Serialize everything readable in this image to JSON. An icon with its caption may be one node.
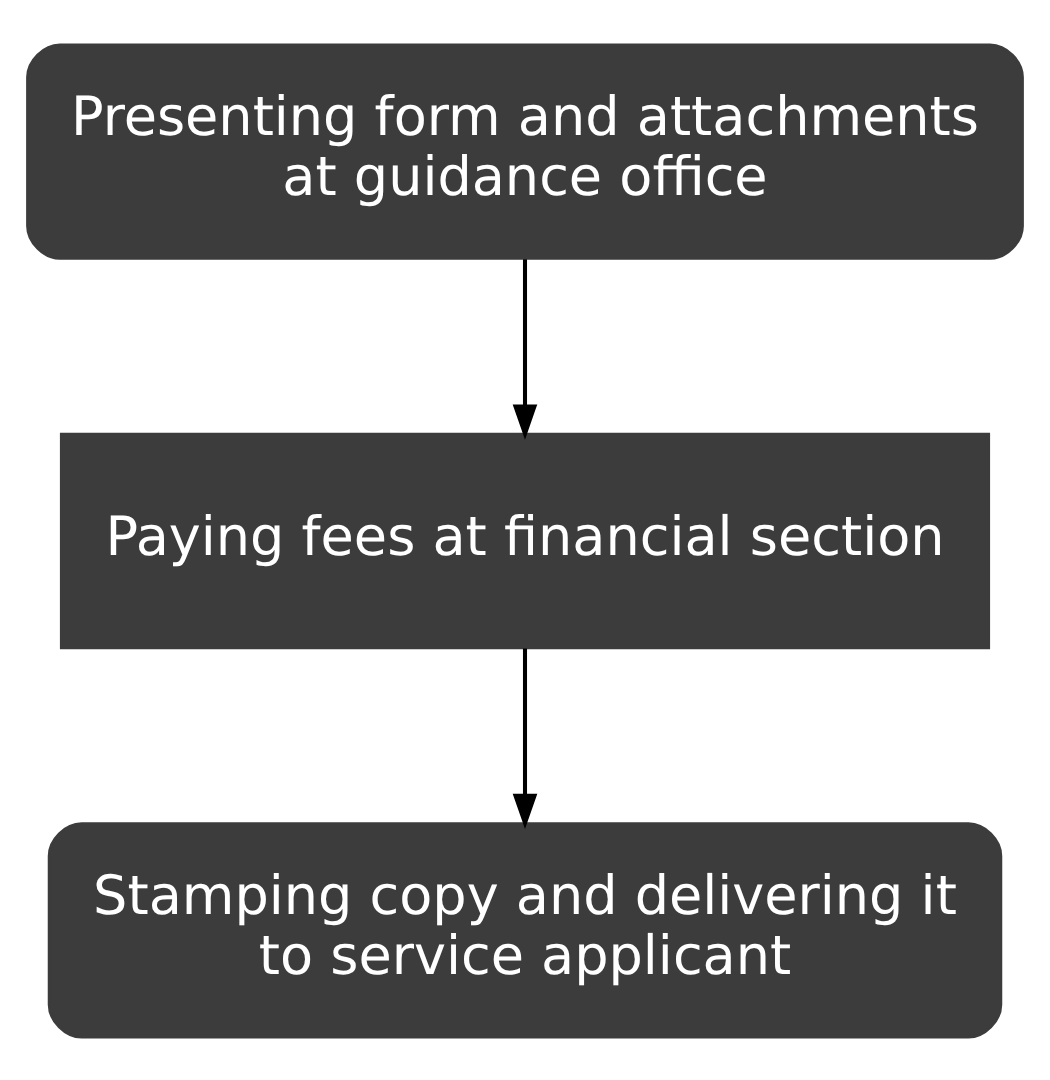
{
  "diagram": {
    "nodes": [
      {
        "text": [
          "Presenting form and attachments at guidance office"
        ]
      },
      {
        "text": [
          "Paying fees at financial section"
        ]
      },
      {
        "text": [
          "Stamping copy and delivering it to service applicant"
        ]
      }
    ],
    "edges": [
      {
        "from": 0,
        "to": 1,
        "arrow": "to"
      },
      {
        "from": 1,
        "to": 2,
        "arrow": "to"
      }
    ]
  }
}
